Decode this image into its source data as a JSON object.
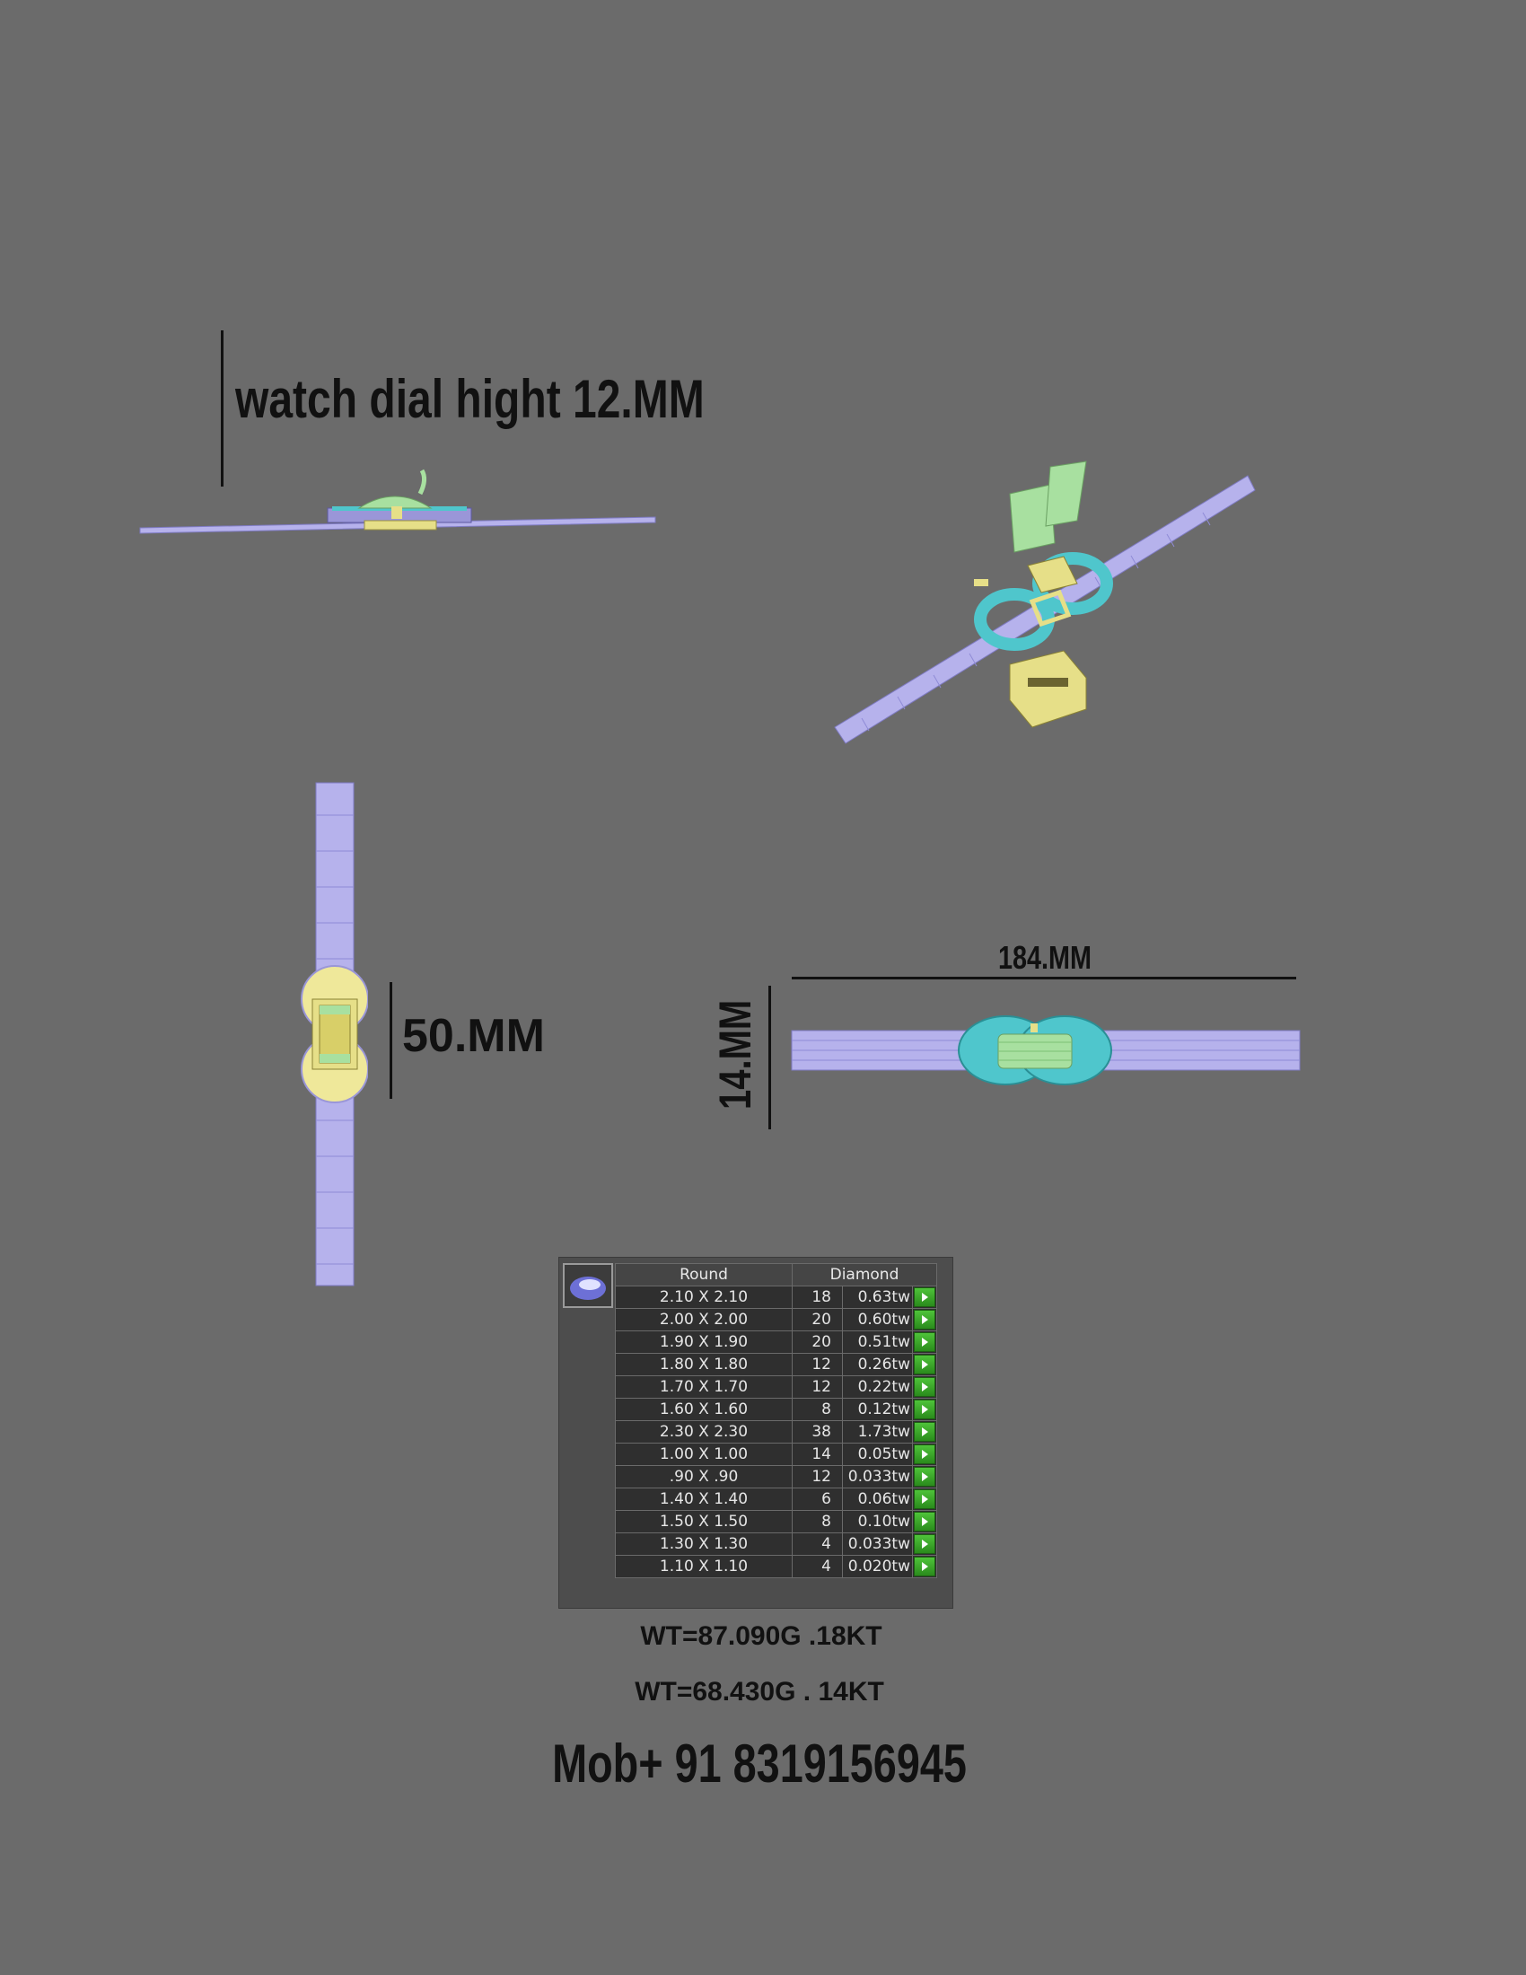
{
  "annotations": {
    "dial_height": "watch dial hight 12.MM",
    "width_50": "50.MM",
    "length_184": "184.MM",
    "width_14": "14.MM"
  },
  "stone_table": {
    "header_shape": "Round",
    "header_type": "Diamond",
    "rows": [
      {
        "size": "2.10 X 2.10",
        "count": "18",
        "weight": "0.63tw"
      },
      {
        "size": "2.00 X 2.00",
        "count": "20",
        "weight": "0.60tw"
      },
      {
        "size": "1.90 X 1.90",
        "count": "20",
        "weight": "0.51tw"
      },
      {
        "size": "1.80 X 1.80",
        "count": "12",
        "weight": "0.26tw"
      },
      {
        "size": "1.70 X 1.70",
        "count": "12",
        "weight": "0.22tw"
      },
      {
        "size": "1.60 X 1.60",
        "count": "8",
        "weight": "0.12tw"
      },
      {
        "size": "2.30 X 2.30",
        "count": "38",
        "weight": "1.73tw"
      },
      {
        "size": "1.00 X 1.00",
        "count": "14",
        "weight": "0.05tw"
      },
      {
        "size": ".90 X .90",
        "count": "12",
        "weight": "0.033tw"
      },
      {
        "size": "1.40 X 1.40",
        "count": "6",
        "weight": "0.06tw"
      },
      {
        "size": "1.50 X 1.50",
        "count": "8",
        "weight": "0.10tw"
      },
      {
        "size": "1.30 X 1.30",
        "count": "4",
        "weight": "0.033tw"
      },
      {
        "size": "1.10 X 1.10",
        "count": "4",
        "weight": "0.020tw"
      }
    ]
  },
  "weights": {
    "wt_18kt": "WT=87.090G .18KT",
    "wt_14kt": "WT=68.430G . 14KT"
  },
  "contact": "Mob+ 91 8319156945",
  "colors": {
    "background": "#6b6b6b",
    "strap": "#b6b2ec",
    "bezel": "#4fc6cc",
    "gold": "#e6df88",
    "glass": "#a8e0a0"
  }
}
